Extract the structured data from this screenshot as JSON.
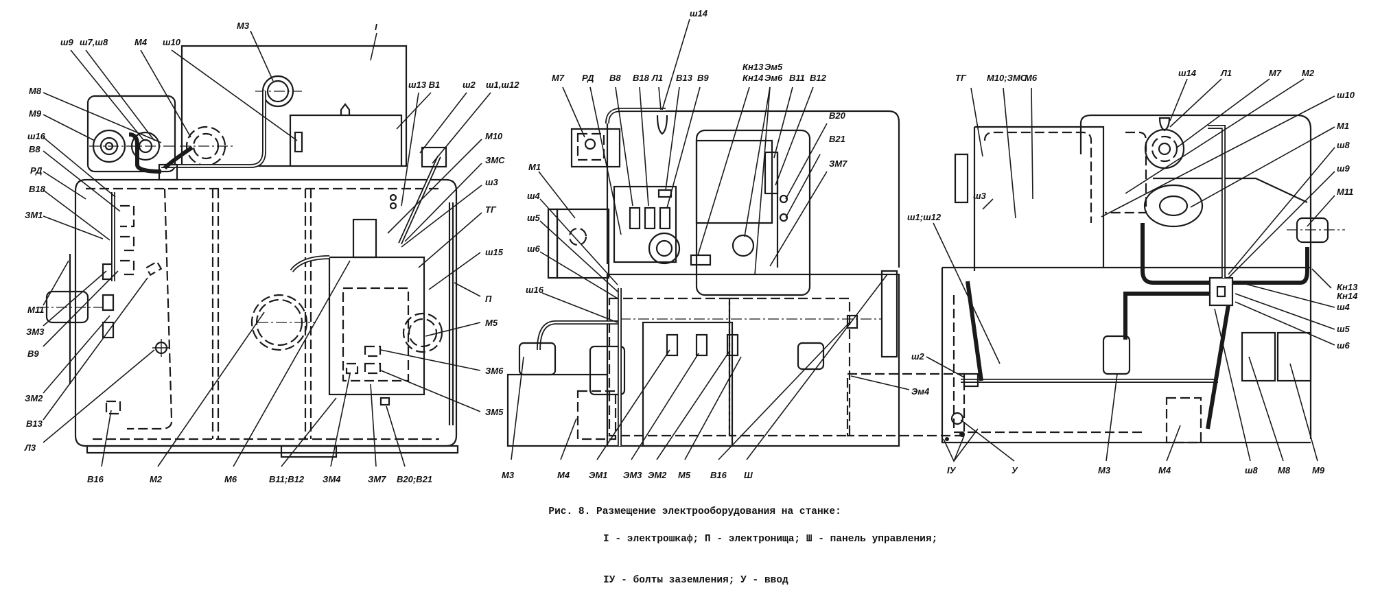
{
  "figure": {
    "caption_title": "Рис. 8. Размещение электрооборудования на станке:",
    "caption_line2": "I - электрошкаф; П - электронища; Ш - панель управления;",
    "caption_line3": "IУ - болты заземления; У - ввод",
    "legend": [
      {
        "mark": "I",
        "meaning": "электрошкаф"
      },
      {
        "mark": "П",
        "meaning": "электронища"
      },
      {
        "mark": "Ш",
        "meaning": "панель управления"
      },
      {
        "mark": "IУ",
        "meaning": "болты заземления"
      },
      {
        "mark": "У",
        "meaning": "ввод"
      }
    ]
  },
  "views": {
    "left": {
      "labels": {
        "I": "I",
        "M3": "М3",
        "sh9": "ш9",
        "sh7sh8": "ш7,ш8",
        "M4": "М4",
        "sh10": "ш10",
        "sh13B1": "ш13 В1",
        "sh2": "ш2",
        "sh1sh12": "ш1,ш12",
        "M8": "М8",
        "M9": "М9",
        "sh16": "ш16",
        "B8": "В8",
        "RD": "РД",
        "B18": "В18",
        "ZM1": "ЗМ1",
        "M11": "М11",
        "ZM3": "ЗМ3",
        "B9": "В9",
        "ZM2": "ЗМ2",
        "B13": "В13",
        "L3": "Л3",
        "M10": "М10",
        "ZMC": "ЗМС",
        "sh3": "ш3",
        "TG": "ТГ",
        "sh15": "ш15",
        "II": "П",
        "M5": "М5",
        "ZM6": "ЗМ6",
        "ZM5": "ЗМ5",
        "B16": "В16",
        "M2": "М2",
        "M6": "М6",
        "B11B12": "В11;В12",
        "ZM4": "ЗМ4",
        "ZM7": "ЗМ7",
        "B20B21": "В20;В21"
      }
    },
    "middle": {
      "labels": {
        "sh14": "ш14",
        "M7": "М7",
        "RD": "РД",
        "B8": "В8",
        "B18": "В18",
        "L1": "Л1",
        "B13": "В13",
        "B9": "В9",
        "Kn13": "Кн13",
        "Kn14": "Кн14",
        "Em5": "Эм5",
        "Em6": "Эм6",
        "B11": "В11",
        "B12": "В12",
        "B20": "В20",
        "B21": "В21",
        "ZM7": "ЗМ7",
        "M1": "М1",
        "sh4": "ш4",
        "sh5": "ш5",
        "sh6": "ш6",
        "sh16": "ш16",
        "ZM4": "Эм4",
        "M3": "М3",
        "M4": "М4",
        "ZM1": "ЭМ1",
        "ZM3": "ЭМ3",
        "ZM2": "ЭМ2",
        "M5": "М5",
        "B16": "В16",
        "III": "Ш"
      }
    },
    "right": {
      "labels": {
        "TG": "ТГ",
        "M10ZMC": "М10;ЗМС",
        "M6": "М6",
        "sh14": "ш14",
        "L1": "Л1",
        "M7": "М7",
        "M2": "М2",
        "sh10": "ш10",
        "M1": "М1",
        "sh8": "ш8",
        "sh9": "ш9",
        "M11": "М11",
        "sh3": "ш3",
        "sh1sh12": "ш1;ш12",
        "sh2": "ш2",
        "Kn13": "Кн13",
        "Kn14": "Кн14",
        "sh4": "ш4",
        "sh5": "ш5",
        "sh6": "ш6",
        "IV": "IУ",
        "V": "У",
        "M3": "М3",
        "M4": "М4",
        "sh8b": "ш8",
        "M8": "М8",
        "M9": "М9"
      }
    }
  }
}
